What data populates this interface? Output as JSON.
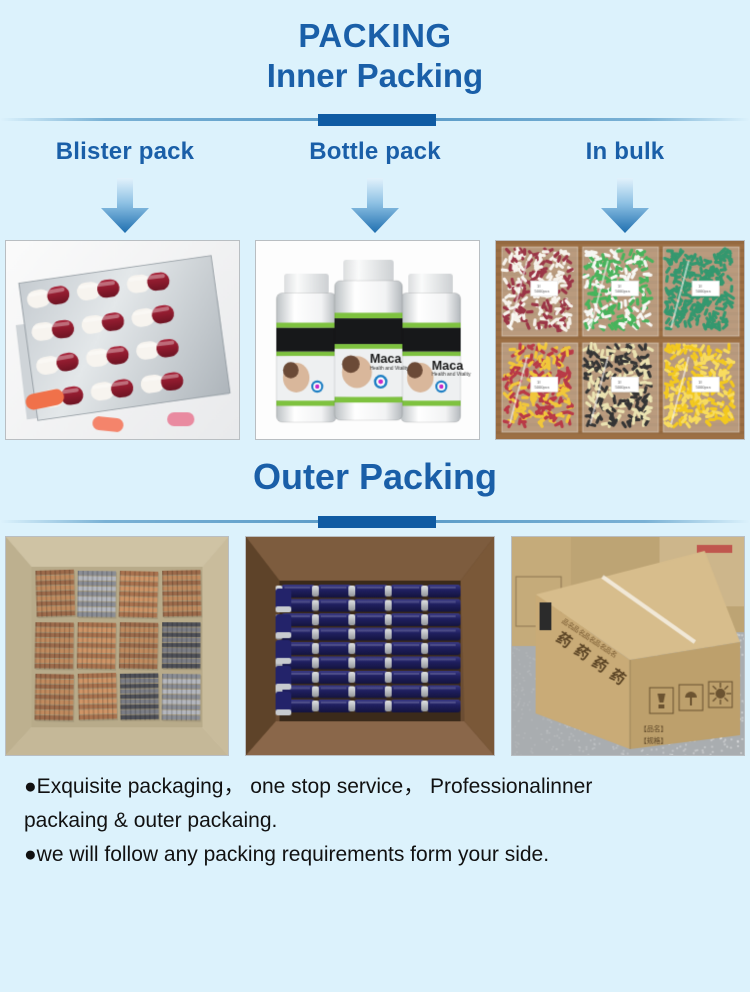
{
  "header": {
    "eyebrow": "PACKING",
    "title": "Inner Packing"
  },
  "columns": [
    {
      "label": "Blister pack",
      "arrow_icon": "down-arrow-icon"
    },
    {
      "label": "Bottle pack",
      "arrow_icon": "down-arrow-icon"
    },
    {
      "label": "In bulk",
      "arrow_icon": "down-arrow-icon"
    }
  ],
  "inner_images": [
    {
      "name": "blister-pack-photo",
      "alt": "Blister pack of red and white capsules"
    },
    {
      "name": "bottle-pack-photo",
      "alt": "Three white Maca supplement bottles"
    },
    {
      "name": "in-bulk-photo",
      "alt": "Six bags of loose colored capsules"
    }
  ],
  "outer": {
    "title": "Outer Packing",
    "images": [
      {
        "name": "carton-blisters-photo",
        "alt": "Carton filled with blister strips"
      },
      {
        "name": "carton-bottles-photo",
        "alt": "Carton filled with blue bottles"
      },
      {
        "name": "sealed-carton-photo",
        "alt": "Sealed brown shipping carton"
      }
    ]
  },
  "notes": [
    "●Exquisite packaging， one stop service， Professionalinner",
    "packaing & outer packaing.",
    "●we will follow any packing requirements form your side."
  ],
  "colors": {
    "background": "#dcf2fc",
    "heading_blue": "#1a5fa8",
    "divider_block": "#0f5ba3",
    "arrow_top": "#dbeefb",
    "arrow_bottom": "#2073b4",
    "frame_border": "#b9bec2",
    "note_text": "#111111"
  }
}
